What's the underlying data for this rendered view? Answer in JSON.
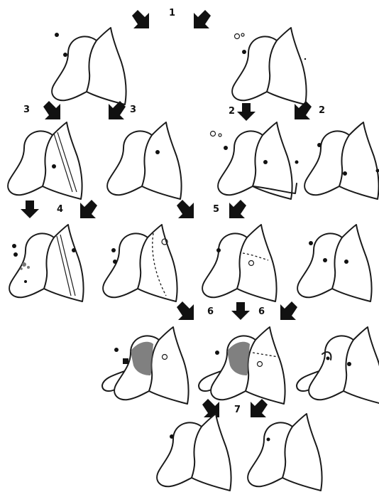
{
  "labels": {
    "step_1": "1",
    "step_2_left": "2",
    "step_2_right": "2",
    "step_3_left": "3",
    "step_3_right": "3",
    "step_4": "4",
    "step_5": "5",
    "step_6_left": "6",
    "step_6_right": "6",
    "step_7": "7"
  },
  "colors": {
    "ink": "#1a1a1a",
    "paper": "#ffffff"
  }
}
